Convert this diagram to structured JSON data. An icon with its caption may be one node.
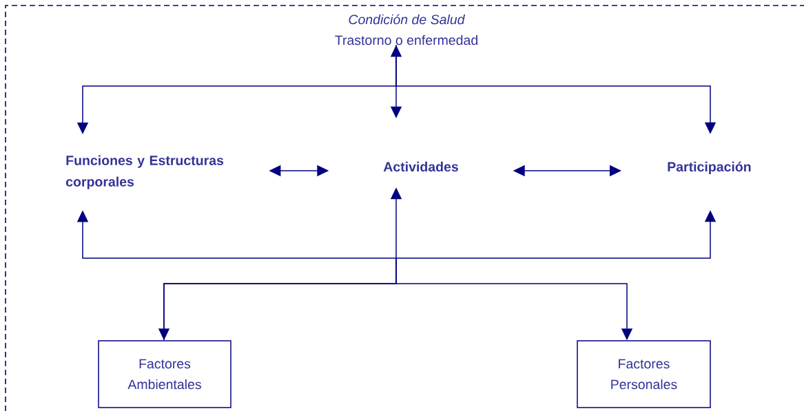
{
  "diagram": {
    "nodes": [
      {
        "text": [
          "Condición de Salud",
          "Trastorno o enfermedad"
        ]
      },
      {
        "text": [
          "Funciones y Estructuras corporales"
        ]
      },
      {
        "text": [
          "Actividades"
        ]
      },
      {
        "text": [
          "Participación"
        ]
      },
      {
        "text": [
          "Factores Ambientales"
        ]
      },
      {
        "text": [
          "Factores Personales"
        ]
      }
    ],
    "edges": [
      {
        "from": 0,
        "to": 1,
        "arrow": "to"
      },
      {
        "from": 0,
        "to": 2,
        "arrow": "both"
      },
      {
        "from": 0,
        "to": 3,
        "arrow": "to"
      },
      {
        "from": 1,
        "to": 2,
        "arrow": "both"
      },
      {
        "from": 2,
        "to": 3,
        "arrow": "both"
      },
      {
        "from": 4,
        "to": 1,
        "arrow": "both"
      },
      {
        "from": 4,
        "to": 2,
        "arrow": "to"
      },
      {
        "from": 5,
        "to": 3,
        "arrow": "both"
      }
    ]
  }
}
